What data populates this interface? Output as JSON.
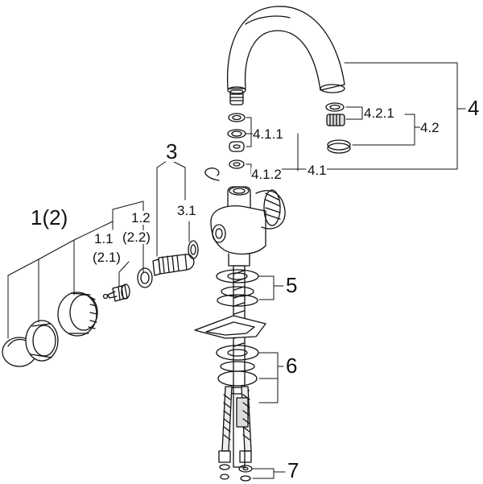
{
  "labels": {
    "l4": "4",
    "l421": "4.2.1",
    "l42": "4.2",
    "l411": "4.1.1",
    "l412": "4.1.2",
    "l41": "4.1",
    "l3": "3",
    "l31": "3.1",
    "l1_2": "1(2)",
    "l12": "1.2",
    "l22": "(2.2)",
    "l11": "1.1",
    "l21": "(2.1)",
    "l5": "5",
    "l6": "6",
    "l7": "7"
  }
}
